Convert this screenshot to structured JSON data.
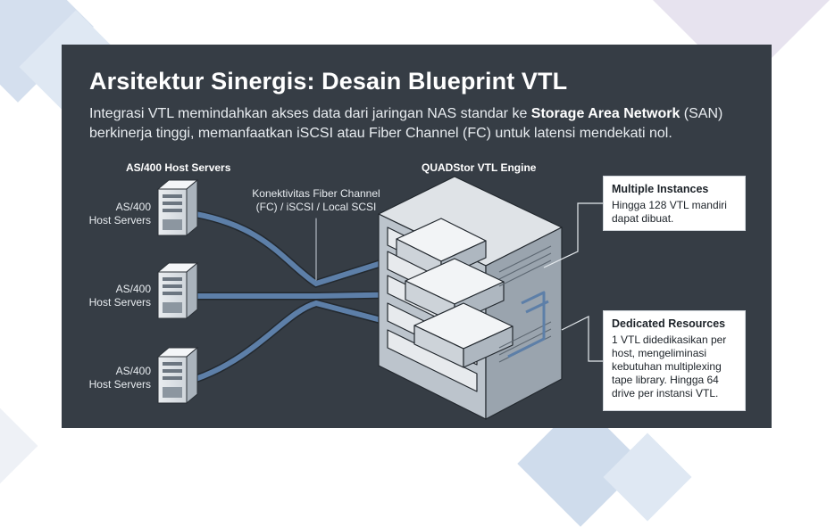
{
  "title": "Arsitektur Sinergis: Desain Blueprint VTL",
  "subtitle": {
    "part1": "Integrasi VTL memindahkan akses data dari jaringan NAS standar ke ",
    "bold": "Storage Area Network",
    "part2": " (SAN) berkinerja tinggi, memanfaatkan iSCSI atau Fiber Channel (FC) untuk latensi mendekati nol."
  },
  "diagram": {
    "hosts_heading": "AS/400 Host Servers",
    "engine_heading": "QUADStor VTL Engine",
    "connection_label": "Konektivitas Fiber Channel (FC) / iSCSI / Local SCSI",
    "hosts": [
      {
        "line1": "AS/400",
        "line2": "Host Servers"
      },
      {
        "line1": "AS/400",
        "line2": "Host Servers"
      },
      {
        "line1": "AS/400",
        "line2": "Host Servers"
      }
    ]
  },
  "callouts": [
    {
      "title": "Multiple Instances",
      "body": "Hingga 128 VTL mandiri dapat dibuat."
    },
    {
      "title": "Dedicated Resources",
      "body": "1 VTL didedikasikan per host, mengeliminasi kebutuhan multiplexing tape library. Hingga 64 drive per instansi VTL."
    }
  ],
  "colors": {
    "panel": "#363d45",
    "cable": "#5d7fa8",
    "accent_light": "#cfdcec"
  },
  "icons": [
    "server-tower-icon",
    "storage-chassis-icon",
    "tape-drive-icon"
  ]
}
